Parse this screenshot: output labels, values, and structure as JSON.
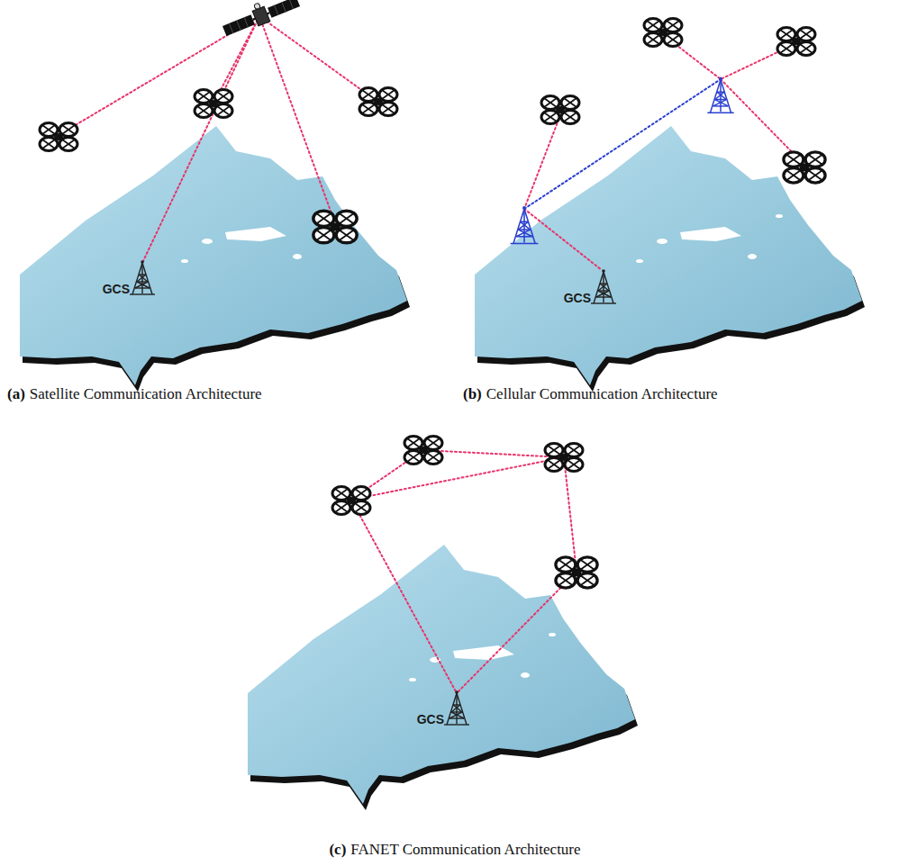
{
  "diagram": {
    "nodes": [
      {
        "text": [
          "GCS"
        ]
      },
      {
        "text": [
          "GCS"
        ]
      },
      {
        "text": [
          "GCS"
        ]
      }
    ],
    "labels": [
      "(a)",
      "Satellite Communication Architecture",
      "(b)",
      "Cellular Communication Architecture",
      "(c)",
      "FANET Communication Architecture"
    ]
  }
}
